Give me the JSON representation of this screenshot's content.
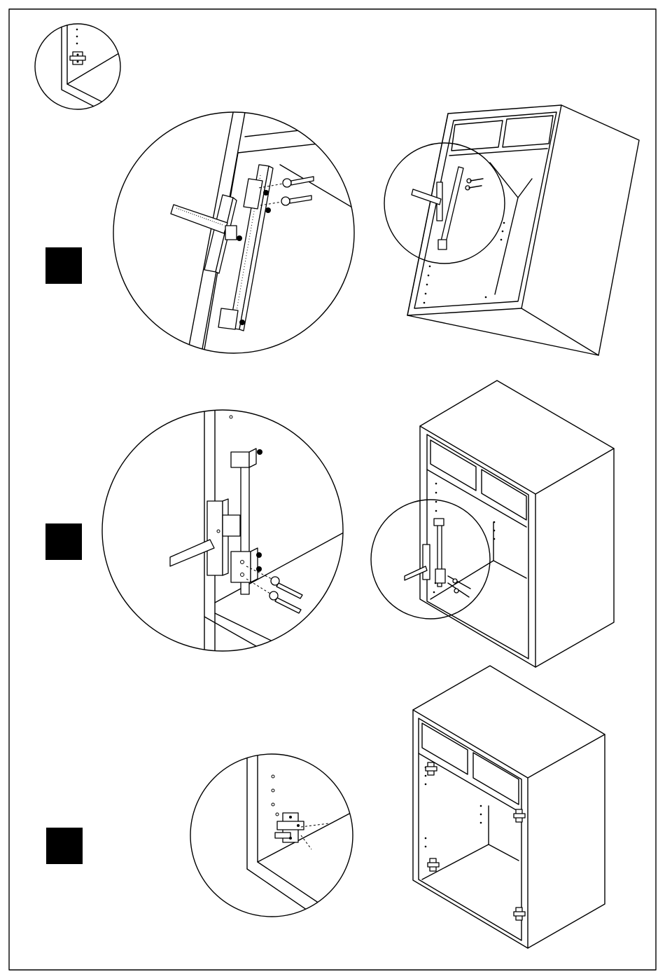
{
  "steps": [
    {
      "marker": "filled-square"
    },
    {
      "marker": "filled-square"
    },
    {
      "marker": "filled-square"
    }
  ],
  "icons": [
    "drill-bit-icon",
    "drilling-jig-icon",
    "hinge-plate-icon",
    "cabinet-icon"
  ]
}
